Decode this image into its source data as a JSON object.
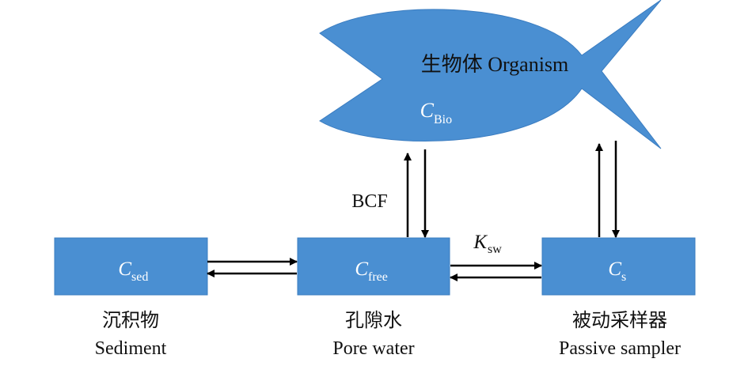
{
  "organism": {
    "label": "生物体 Organism",
    "conc_symbol": "C",
    "conc_sub": "Bio"
  },
  "boxes": {
    "sediment": {
      "symbol": "C",
      "sub": "sed",
      "label_cn": "沉积物",
      "label_en": "Sediment"
    },
    "porewater": {
      "symbol": "C",
      "sub": "free",
      "label_cn": "孔隙水",
      "label_en": "Pore water"
    },
    "sampler": {
      "symbol": "C",
      "sub": "s",
      "label_cn": "被动采样器",
      "label_en": "Passive sampler"
    }
  },
  "edge_labels": {
    "bcf": "BCF",
    "ksw_symbol": "K",
    "ksw_sub": "sw"
  },
  "colors": {
    "fill": "#4A8FD2",
    "stroke": "#3A7CC0",
    "arrow": "#000000"
  }
}
